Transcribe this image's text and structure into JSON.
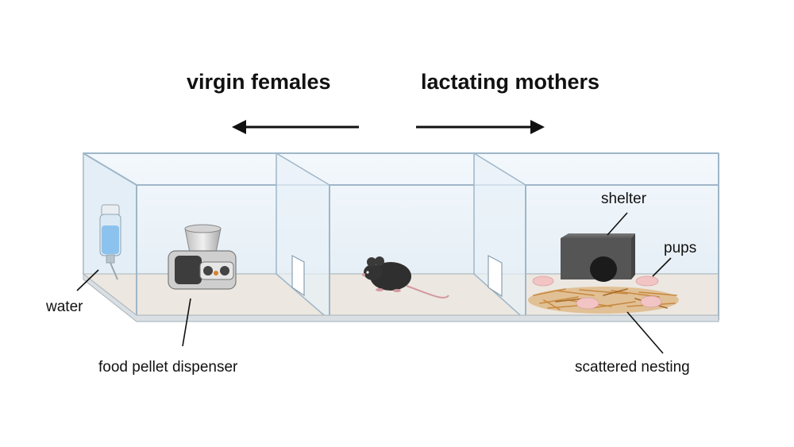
{
  "headings": {
    "left": "virgin females",
    "right": "lactating mothers"
  },
  "labels": {
    "water": "water",
    "food_dispenser": "food pellet dispenser",
    "shelter": "shelter",
    "pups": "pups",
    "nesting": "scattered nesting"
  },
  "colors": {
    "glass_edge": "#9fb6c8",
    "glass_fill": "#eaf3fa",
    "floor": "#ede7df",
    "water": "#8cc2ee",
    "shelter": "#595959",
    "mouse": "#2f2f2f",
    "pup": "#f2c4c4",
    "nest": "#c8893f"
  }
}
